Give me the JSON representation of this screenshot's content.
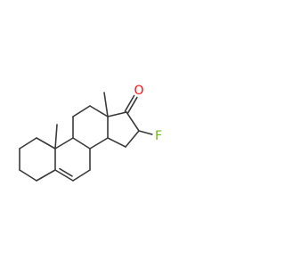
{
  "molecule": {
    "atoms": [
      {
        "id": "c1",
        "element": "C"
      },
      {
        "id": "c2",
        "element": "C"
      },
      {
        "id": "c3",
        "element": "C"
      },
      {
        "id": "c4",
        "element": "C"
      },
      {
        "id": "c5",
        "element": "C"
      },
      {
        "id": "c10",
        "element": "C"
      },
      {
        "id": "c6",
        "element": "C"
      },
      {
        "id": "c7",
        "element": "C"
      },
      {
        "id": "c8",
        "element": "C"
      },
      {
        "id": "c9",
        "element": "C"
      },
      {
        "id": "c11",
        "element": "C"
      },
      {
        "id": "c12",
        "element": "C"
      },
      {
        "id": "c13",
        "element": "C"
      },
      {
        "id": "c14",
        "element": "C"
      },
      {
        "id": "c15",
        "element": "C"
      },
      {
        "id": "c16",
        "element": "C"
      },
      {
        "id": "c17",
        "element": "C"
      },
      {
        "id": "c18",
        "element": "C"
      },
      {
        "id": "c19",
        "element": "C"
      },
      {
        "id": "o1",
        "element": "O",
        "label": "O",
        "color": "#ff0d0d"
      },
      {
        "id": "f1",
        "element": "F",
        "label": "F",
        "color": "#6fb80f"
      }
    ],
    "bonds": [
      {
        "a": "c1",
        "b": "c2",
        "order": 1
      },
      {
        "a": "c2",
        "b": "c3",
        "order": 1
      },
      {
        "a": "c3",
        "b": "c4",
        "order": 1
      },
      {
        "a": "c4",
        "b": "c5",
        "order": 1
      },
      {
        "a": "c5",
        "b": "c10",
        "order": 1
      },
      {
        "a": "c10",
        "b": "c1",
        "order": 1
      },
      {
        "a": "c5",
        "b": "c6",
        "order": 2
      },
      {
        "a": "c6",
        "b": "c7",
        "order": 1
      },
      {
        "a": "c7",
        "b": "c8",
        "order": 1
      },
      {
        "a": "c8",
        "b": "c9",
        "order": 1
      },
      {
        "a": "c9",
        "b": "c10",
        "order": 1
      },
      {
        "a": "c9",
        "b": "c11",
        "order": 1
      },
      {
        "a": "c11",
        "b": "c12",
        "order": 1
      },
      {
        "a": "c12",
        "b": "c13",
        "order": 1
      },
      {
        "a": "c13",
        "b": "c14",
        "order": 1
      },
      {
        "a": "c14",
        "b": "c8",
        "order": 1
      },
      {
        "a": "c14",
        "b": "c15",
        "order": 1
      },
      {
        "a": "c15",
        "b": "c16",
        "order": 1
      },
      {
        "a": "c16",
        "b": "c17",
        "order": 1
      },
      {
        "a": "c17",
        "b": "c13",
        "order": 1
      },
      {
        "a": "c17",
        "b": "o1",
        "order": 2
      },
      {
        "a": "c16",
        "b": "f1",
        "order": 1
      },
      {
        "a": "c10",
        "b": "c19",
        "order": 1
      },
      {
        "a": "c13",
        "b": "c18",
        "order": 1
      }
    ],
    "bond_color": "#3a3a3a"
  }
}
